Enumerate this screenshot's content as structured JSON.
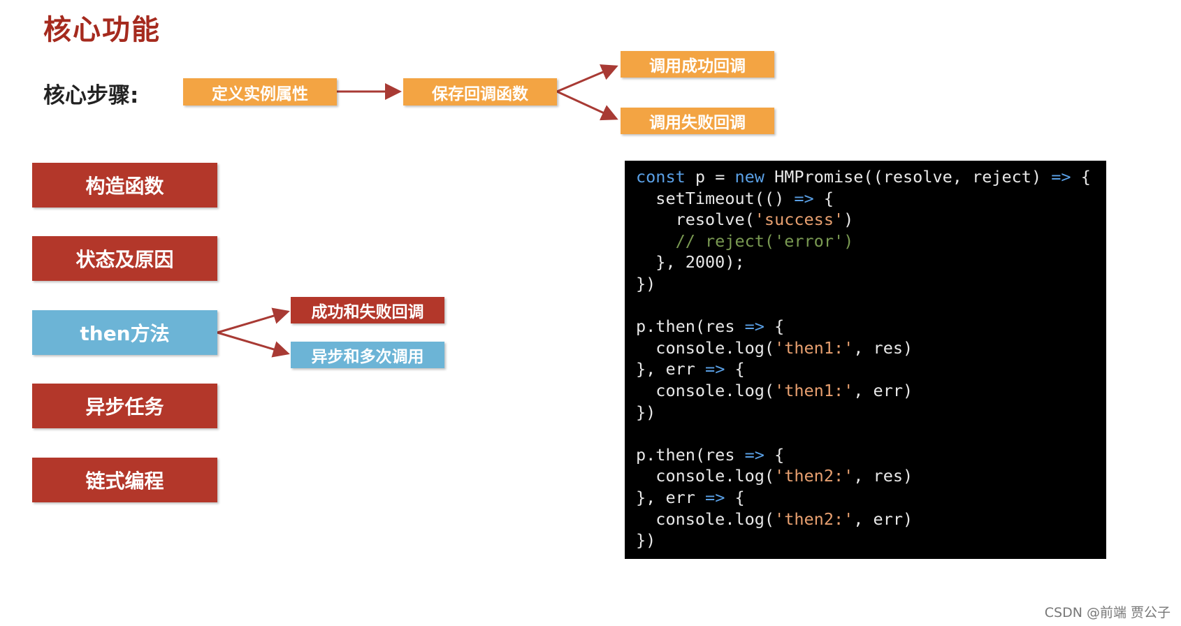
{
  "title": "核心功能",
  "steps_label": "核心步骤:",
  "steps": {
    "define": "定义实例属性",
    "save": "保存回调函数",
    "success": "调用成功回调",
    "fail": "调用失败回调"
  },
  "features": {
    "constructor": "构造函数",
    "state": "状态及原因",
    "then": "then方法",
    "async": "异步任务",
    "chain": "链式编程"
  },
  "then_details": {
    "callbacks": "成功和失败回调",
    "multiple": "异步和多次调用"
  },
  "code_lines": [
    [
      {
        "t": "k",
        "v": "const"
      },
      {
        "t": "p",
        "v": " p = "
      },
      {
        "t": "k",
        "v": "new"
      },
      {
        "t": "p",
        "v": " HMPromise((resolve, reject) "
      },
      {
        "t": "k",
        "v": "=>"
      },
      {
        "t": "p",
        "v": " {"
      }
    ],
    [
      {
        "t": "p",
        "v": "  setTimeout(() "
      },
      {
        "t": "k",
        "v": "=>"
      },
      {
        "t": "p",
        "v": " {"
      }
    ],
    [
      {
        "t": "p",
        "v": "    resolve("
      },
      {
        "t": "s",
        "v": "'success'"
      },
      {
        "t": "p",
        "v": ")"
      }
    ],
    [
      {
        "t": "c",
        "v": "    // reject('error')"
      }
    ],
    [
      {
        "t": "p",
        "v": "  }, 2000);"
      }
    ],
    [
      {
        "t": "p",
        "v": "})"
      }
    ],
    [],
    [
      {
        "t": "p",
        "v": "p.then(res "
      },
      {
        "t": "k",
        "v": "=>"
      },
      {
        "t": "p",
        "v": " {"
      }
    ],
    [
      {
        "t": "p",
        "v": "  console.log("
      },
      {
        "t": "s",
        "v": "'then1:'"
      },
      {
        "t": "p",
        "v": ", res)"
      }
    ],
    [
      {
        "t": "p",
        "v": "}, err "
      },
      {
        "t": "k",
        "v": "=>"
      },
      {
        "t": "p",
        "v": " {"
      }
    ],
    [
      {
        "t": "p",
        "v": "  console.log("
      },
      {
        "t": "s",
        "v": "'then1:'"
      },
      {
        "t": "p",
        "v": ", err)"
      }
    ],
    [
      {
        "t": "p",
        "v": "})"
      }
    ],
    [],
    [
      {
        "t": "p",
        "v": "p.then(res "
      },
      {
        "t": "k",
        "v": "=>"
      },
      {
        "t": "p",
        "v": " {"
      }
    ],
    [
      {
        "t": "p",
        "v": "  console.log("
      },
      {
        "t": "s",
        "v": "'then2:'"
      },
      {
        "t": "p",
        "v": ", res)"
      }
    ],
    [
      {
        "t": "p",
        "v": "}, err "
      },
      {
        "t": "k",
        "v": "=>"
      },
      {
        "t": "p",
        "v": " {"
      }
    ],
    [
      {
        "t": "p",
        "v": "  console.log("
      },
      {
        "t": "s",
        "v": "'then2:'"
      },
      {
        "t": "p",
        "v": ", err)"
      }
    ],
    [
      {
        "t": "p",
        "v": "})"
      }
    ]
  ],
  "watermark": "CSDN @前端 贾公子",
  "colors": {
    "title": "#a52a1e",
    "step_box": "#f3a443",
    "feature_box": "#b3372a",
    "feature_highlight": "#6cb4d6",
    "arrow": "#a83a34",
    "code_bg": "#000000",
    "code_keyword": "#5aa0e6",
    "code_string": "#e8a070",
    "code_comment": "#7a9a52"
  }
}
